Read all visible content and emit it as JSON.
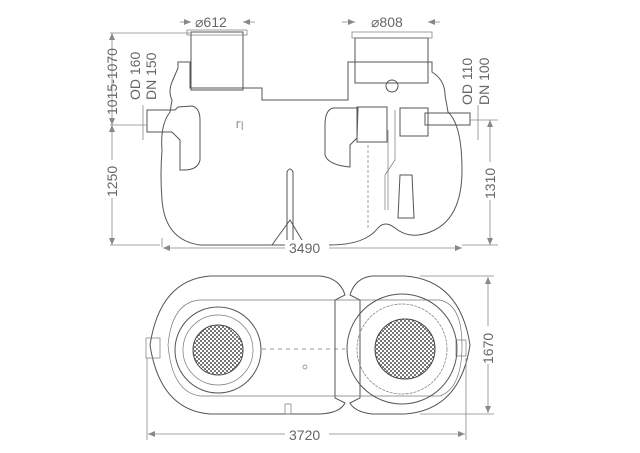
{
  "side_view": {
    "dimensions": {
      "left_opening_diameter": "⌀612",
      "right_opening_diameter": "⌀808",
      "inlet_depth": "1015-1070",
      "inlet_od": "OD 160",
      "inlet_dn": "DN 150",
      "inlet_height": "1250",
      "outlet_od": "OD 110",
      "outlet_dn": "DN 100",
      "outlet_height": "1310",
      "length": "3490"
    }
  },
  "top_view": {
    "dimensions": {
      "width": "1670",
      "length": "3720"
    }
  },
  "colors": {
    "line": "#555555",
    "dimension": "#888888",
    "text": "#666666"
  }
}
